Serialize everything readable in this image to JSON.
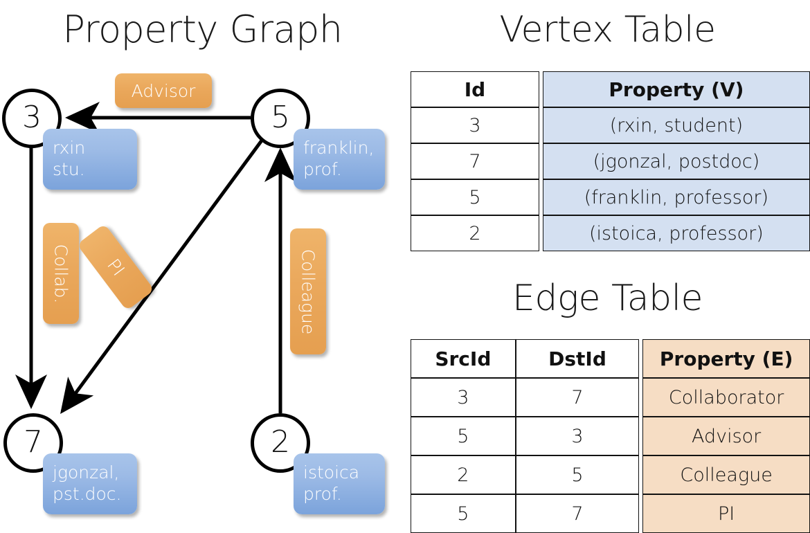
{
  "sections": {
    "graph_title": "Property Graph",
    "vertex_title": "Vertex Table",
    "edge_title": "Edge Table"
  },
  "graph": {
    "vertices": [
      {
        "id": "3",
        "property_box": "rxin\nstu."
      },
      {
        "id": "5",
        "property_box": "franklin,\nprof."
      },
      {
        "id": "7",
        "property_box": "jgonzal,\npst.doc."
      },
      {
        "id": "2",
        "property_box": "istoica\nprof."
      }
    ],
    "edge_labels": [
      {
        "name": "advisor-label",
        "text": "Advisor"
      },
      {
        "name": "collab-label",
        "text": "Collab."
      },
      {
        "name": "pi-label",
        "text": "PI"
      },
      {
        "name": "colleague-label",
        "text": "Colleague"
      }
    ]
  },
  "vertex_table": {
    "headers": [
      "Id",
      "Property (V)"
    ],
    "rows": [
      {
        "id": "3",
        "property": "(rxin, student)"
      },
      {
        "id": "7",
        "property": "(jgonzal, postdoc)"
      },
      {
        "id": "5",
        "property": "(franklin, professor)"
      },
      {
        "id": "2",
        "property": "(istoica, professor)"
      }
    ]
  },
  "edge_table": {
    "headers": [
      "SrcId",
      "DstId",
      "Property (E)"
    ],
    "rows": [
      {
        "src": "3",
        "dst": "7",
        "property": "Collaborator"
      },
      {
        "src": "5",
        "dst": "3",
        "property": "Advisor"
      },
      {
        "src": "2",
        "dst": "5",
        "property": "Colleague"
      },
      {
        "src": "5",
        "dst": "7",
        "property": "PI"
      }
    ]
  },
  "colors": {
    "vertex_property_fill": "#d4e0f1",
    "edge_property_fill": "#f6ddc4",
    "node_box_blue": "#8fb3e3",
    "edge_box_orange": "#eaa85c",
    "stroke": "#111111",
    "background": "#ffffff"
  }
}
